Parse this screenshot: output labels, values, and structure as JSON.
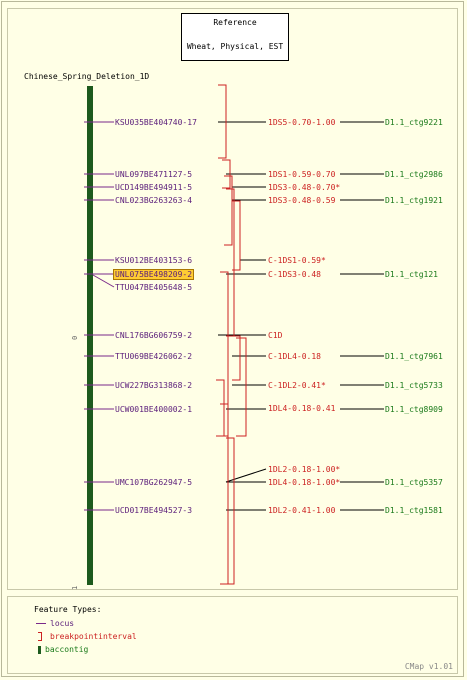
{
  "reference": {
    "line1": "Reference",
    "line2": "Wheat, Physical, EST"
  },
  "map_title": "Chinese_Spring_Deletion_1D",
  "axis": {
    "top": "0",
    "bottom": "1"
  },
  "loci": [
    {
      "label": "KSU035BE404740-17"
    },
    {
      "label": "UNL097BE471127-5"
    },
    {
      "label": "UCD149BE494911-5"
    },
    {
      "label": "CNL023BG263263-4"
    },
    {
      "label": "KSU012BE403153-6"
    },
    {
      "label": "UNL075BE498209-2"
    },
    {
      "label": "TTU047BE405648-5"
    },
    {
      "label": "CNL176BG606759-2"
    },
    {
      "label": "TTU069BE426062-2"
    },
    {
      "label": "UCW227BG313868-2"
    },
    {
      "label": "UCW001BE400002-1"
    },
    {
      "label": "UMC107BG262947-5"
    },
    {
      "label": "UCD017BE494527-3"
    }
  ],
  "breakpoints": [
    {
      "label": "1DS5-0.70-1.00"
    },
    {
      "label": "1DS1-0.59-0.70"
    },
    {
      "label": "1DS3-0.48-0.70*"
    },
    {
      "label": "1DS3-0.48-0.59"
    },
    {
      "label": "C-1DS1-0.59*"
    },
    {
      "label": "C-1DS3-0.48"
    },
    {
      "label": "C1D"
    },
    {
      "label": "C-1DL4-0.18"
    },
    {
      "label": "C-1DL2-0.41*"
    },
    {
      "label": "1DL4-0.18-0.41"
    },
    {
      "label": "1DL2-0.18-1.00*"
    },
    {
      "label": "1DL4-0.18-1.00*"
    },
    {
      "label": "1DL2-0.41-1.00"
    }
  ],
  "contigs": [
    {
      "label": "D1.1_ctg9221"
    },
    {
      "label": "D1.1_ctg2986"
    },
    {
      "label": "D1.1_ctg1921"
    },
    {
      "label": "D1.1_ctg121"
    },
    {
      "label": "D1.1_ctg7961"
    },
    {
      "label": "D1.1_ctg5733"
    },
    {
      "label": "D1.1_ctg8909"
    },
    {
      "label": "D1.1_ctg5357"
    },
    {
      "label": "D1.1_ctg1581"
    }
  ],
  "legend": {
    "title": "Feature Types:",
    "items": [
      {
        "label": "locus",
        "icon": "line-icon"
      },
      {
        "label": "breakpointinterval",
        "icon": "bracket-icon"
      },
      {
        "label": "baccontig",
        "icon": "bar-icon"
      }
    ]
  },
  "version": "CMap v1.01",
  "colors": {
    "locus": "#5a1d7a",
    "breakpoint": "#cc2222",
    "contig": "#1a7a1a",
    "bar": "#1d5a1d",
    "highlight": "#ffcc33"
  }
}
